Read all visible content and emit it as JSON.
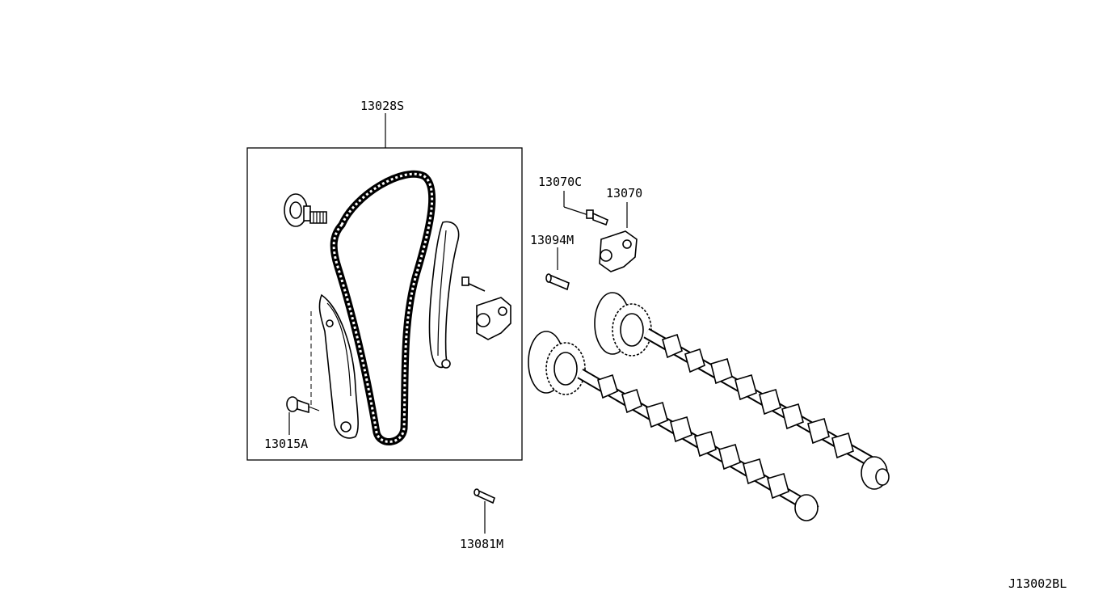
{
  "labels": {
    "chain_kit": "13028S",
    "bolt_15a": "13015A",
    "bolt_70c": "13070C",
    "tensioner": "13070",
    "pin_94m": "13094M",
    "pin_81m": "13081M",
    "diagram_code": "J13002BL"
  }
}
